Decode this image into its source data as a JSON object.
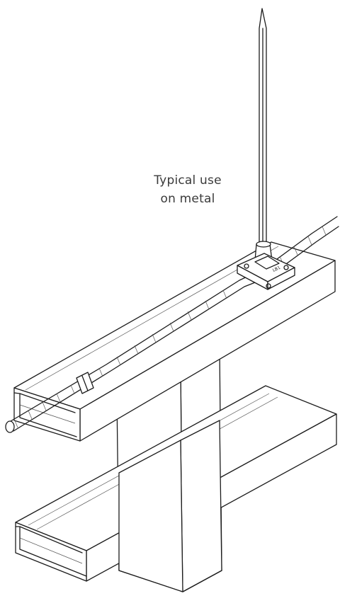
{
  "caption": {
    "line1": "Typical use",
    "line2": "on metal"
  },
  "clamp_marking": "LB1"
}
